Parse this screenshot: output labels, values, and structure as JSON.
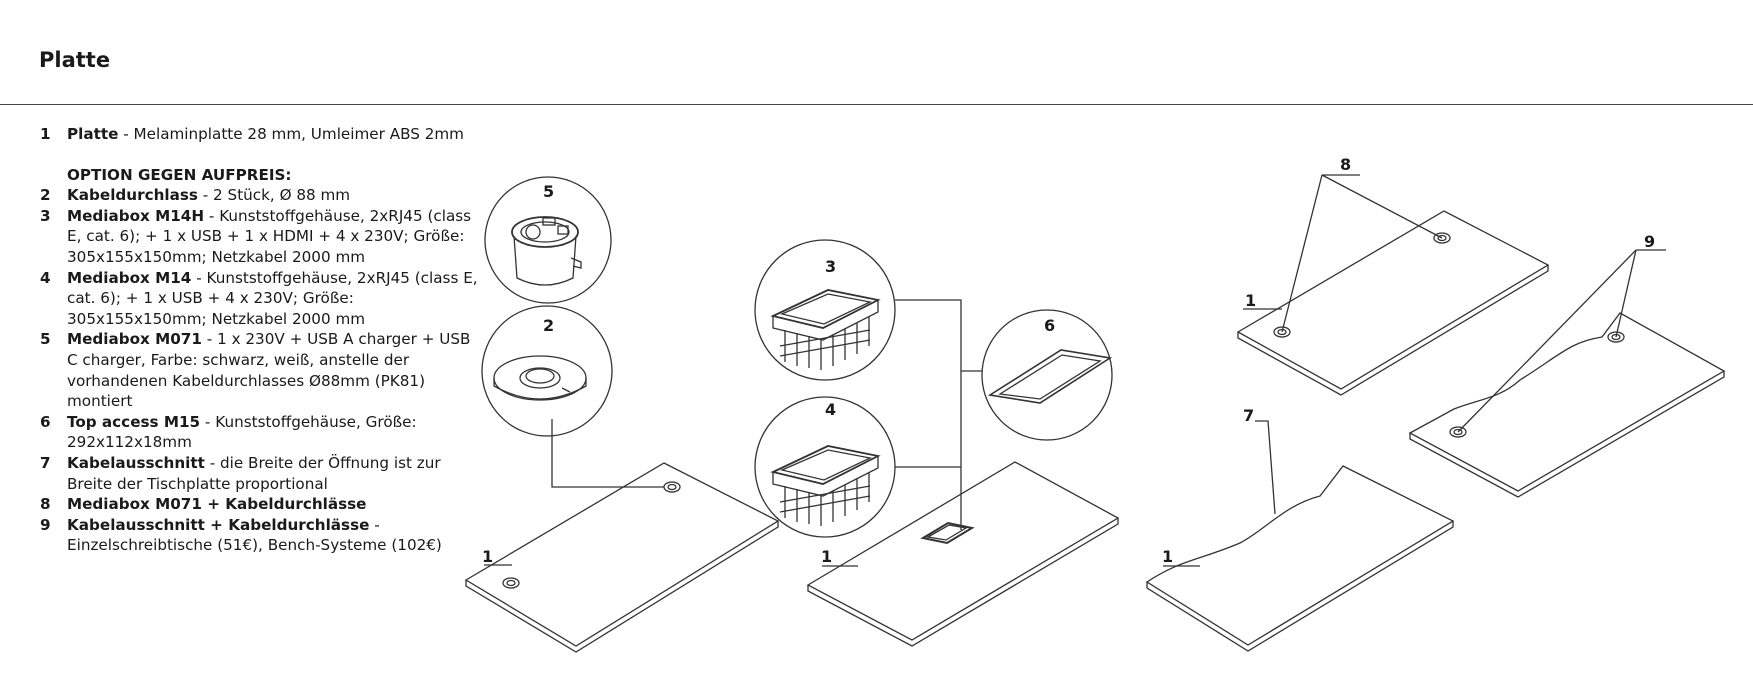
{
  "page": {
    "title": "Platte"
  },
  "legend": {
    "item1": {
      "num": "1",
      "name": "Platte",
      "desc": " - Melaminplatte 28 mm, Umleimer ABS 2mm"
    },
    "options_heading": "OPTION GEGEN AUFPREIS:",
    "items": [
      {
        "num": "2",
        "name": "Kabeldurchlass",
        "desc": " - 2 Stück, Ø 88 mm"
      },
      {
        "num": "3",
        "name": "Mediabox M14H",
        "desc": " - Kunststoffgehäuse, 2xRJ45 (class E, cat. 6); + 1 x USB + 1 x HDMI + 4 x 230V; Größe: 305x155x150mm; Netzkabel 2000 mm"
      },
      {
        "num": "4",
        "name": "Mediabox M14",
        "desc": " - Kunststoffgehäuse, 2xRJ45 (class E, cat. 6); + 1 x USB + 4 x 230V; Größe: 305x155x150mm; Netzkabel 2000 mm"
      },
      {
        "num": "5",
        "name": "Mediabox M071",
        "desc": " - 1 x 230V + USB A charger + USB C charger, Farbe: schwarz, weiß, anstelle der vorhandenen Kabeldurchlasses Ø88mm (PK81) montiert"
      },
      {
        "num": "6",
        "name": "Top access M15",
        "desc": " - Kunststoffgehäuse, Größe: 292x112x18mm"
      },
      {
        "num": "7",
        "name": "Kabelausschnitt",
        "desc": " - die Breite der Öffnung ist zur Breite der Tischplatte proportional"
      },
      {
        "num": "8",
        "name": "Mediabox M071 + Kabeldurchlässe",
        "desc": ""
      },
      {
        "num": "9",
        "name": "Kabelausschnitt + Kabeldurchlässe",
        "desc": " - Einzelschreibtische (51€), Bench-Systeme (102€)"
      }
    ]
  },
  "callouts": {
    "c1a": "1",
    "c1b": "1",
    "c1c": "1",
    "c1d": "1",
    "c2": "2",
    "c3": "3",
    "c4": "4",
    "c5": "5",
    "c6": "6",
    "c7": "7",
    "c8": "8",
    "c9": "9"
  }
}
